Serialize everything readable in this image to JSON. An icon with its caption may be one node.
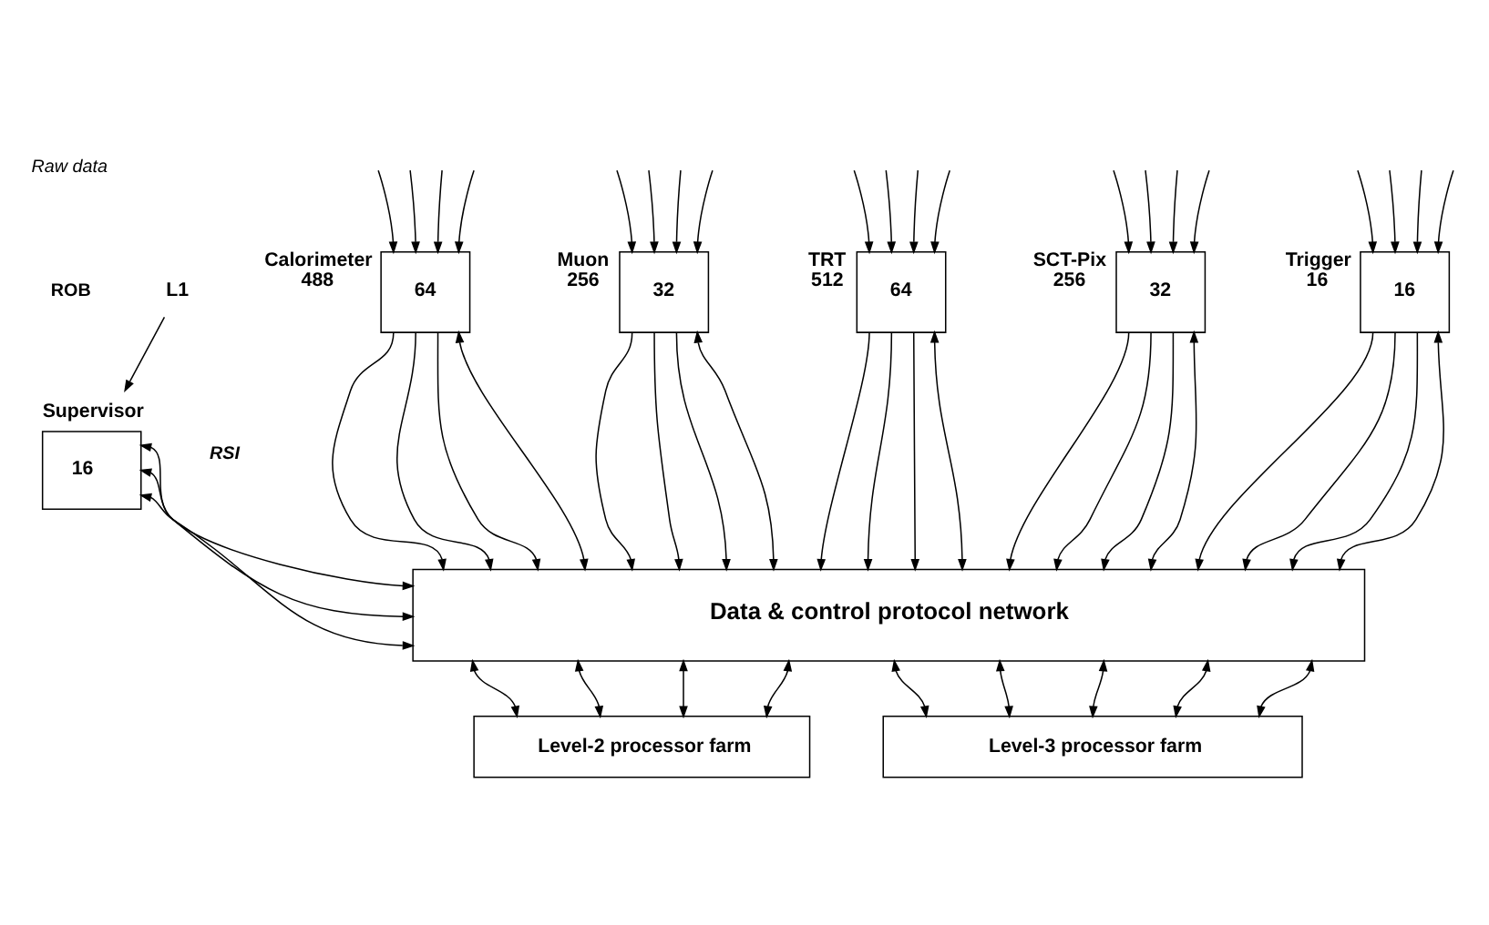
{
  "diagram": {
    "nodes": [
      {
        "text": [
          "Calorimeter",
          "64"
        ],
        "beside": [
          "488"
        ]
      },
      {
        "text": [
          "Muon",
          "32"
        ],
        "beside": [
          "256"
        ]
      },
      {
        "text": [
          "TRT",
          "64"
        ],
        "beside": [
          "512"
        ]
      },
      {
        "text": [
          "SCT-Pix",
          "32"
        ],
        "beside": [
          "256"
        ]
      },
      {
        "text": [
          "Trigger",
          "16"
        ],
        "beside": [
          "16"
        ]
      },
      {
        "text": [
          "L1"
        ]
      },
      {
        "text": [
          "Supervisor",
          "16"
        ]
      },
      {
        "text": [
          "Data & control protocol network"
        ]
      },
      {
        "text": [
          "Level-2 processor farm"
        ]
      },
      {
        "text": [
          "Level-3 processor farm"
        ]
      }
    ],
    "edges": [
      {
        "from": null,
        "to": 0,
        "arrow": "to"
      },
      {
        "from": null,
        "to": 0,
        "arrow": "to"
      },
      {
        "from": null,
        "to": 0,
        "arrow": "to"
      },
      {
        "from": null,
        "to": 0,
        "arrow": "to"
      },
      {
        "from": null,
        "to": 1,
        "arrow": "to"
      },
      {
        "from": null,
        "to": 1,
        "arrow": "to"
      },
      {
        "from": null,
        "to": 1,
        "arrow": "to"
      },
      {
        "from": null,
        "to": 1,
        "arrow": "to"
      },
      {
        "from": null,
        "to": 2,
        "arrow": "to"
      },
      {
        "from": null,
        "to": 2,
        "arrow": "to"
      },
      {
        "from": null,
        "to": 2,
        "arrow": "to"
      },
      {
        "from": null,
        "to": 2,
        "arrow": "to"
      },
      {
        "from": null,
        "to": 3,
        "arrow": "to"
      },
      {
        "from": null,
        "to": 3,
        "arrow": "to"
      },
      {
        "from": null,
        "to": 3,
        "arrow": "to"
      },
      {
        "from": null,
        "to": 3,
        "arrow": "to"
      },
      {
        "from": null,
        "to": 4,
        "arrow": "to"
      },
      {
        "from": null,
        "to": 4,
        "arrow": "to"
      },
      {
        "from": null,
        "to": 4,
        "arrow": "to"
      },
      {
        "from": null,
        "to": 4,
        "arrow": "to"
      },
      {
        "from": 0,
        "to": 7,
        "arrow": "to"
      },
      {
        "from": 0,
        "to": 7,
        "arrow": "to"
      },
      {
        "from": 0,
        "to": 7,
        "arrow": "to"
      },
      {
        "from": 0,
        "to": 7,
        "arrow": "both"
      },
      {
        "from": 1,
        "to": 7,
        "arrow": "to"
      },
      {
        "from": 1,
        "to": 7,
        "arrow": "to"
      },
      {
        "from": 1,
        "to": 7,
        "arrow": "to"
      },
      {
        "from": 1,
        "to": 7,
        "arrow": "both"
      },
      {
        "from": 2,
        "to": 7,
        "arrow": "to"
      },
      {
        "from": 2,
        "to": 7,
        "arrow": "to"
      },
      {
        "from": 2,
        "to": 7,
        "arrow": "to"
      },
      {
        "from": 2,
        "to": 7,
        "arrow": "both"
      },
      {
        "from": 3,
        "to": 7,
        "arrow": "to"
      },
      {
        "from": 3,
        "to": 7,
        "arrow": "to"
      },
      {
        "from": 3,
        "to": 7,
        "arrow": "to"
      },
      {
        "from": 3,
        "to": 7,
        "arrow": "both"
      },
      {
        "from": 4,
        "to": 7,
        "arrow": "to"
      },
      {
        "from": 4,
        "to": 7,
        "arrow": "to"
      },
      {
        "from": 4,
        "to": 7,
        "arrow": "to"
      },
      {
        "from": 4,
        "to": 7,
        "arrow": "both"
      },
      {
        "from": 5,
        "to": 6,
        "arrow": "to"
      },
      {
        "from": 6,
        "to": 7,
        "arrow": "both"
      },
      {
        "from": 6,
        "to": 7,
        "arrow": "both"
      },
      {
        "from": 6,
        "to": 7,
        "arrow": "both"
      },
      {
        "from": 7,
        "to": 8,
        "arrow": "both"
      },
      {
        "from": 7,
        "to": 8,
        "arrow": "both"
      },
      {
        "from": 7,
        "to": 8,
        "arrow": "both"
      },
      {
        "from": 7,
        "to": 8,
        "arrow": "both"
      },
      {
        "from": 7,
        "to": 9,
        "arrow": "both"
      },
      {
        "from": 7,
        "to": 9,
        "arrow": "both"
      },
      {
        "from": 7,
        "to": 9,
        "arrow": "both"
      },
      {
        "from": 7,
        "to": 9,
        "arrow": "both"
      },
      {
        "from": 7,
        "to": 9,
        "arrow": "both"
      }
    ],
    "labels": [
      "Raw data",
      "ROB",
      "RSI"
    ]
  }
}
